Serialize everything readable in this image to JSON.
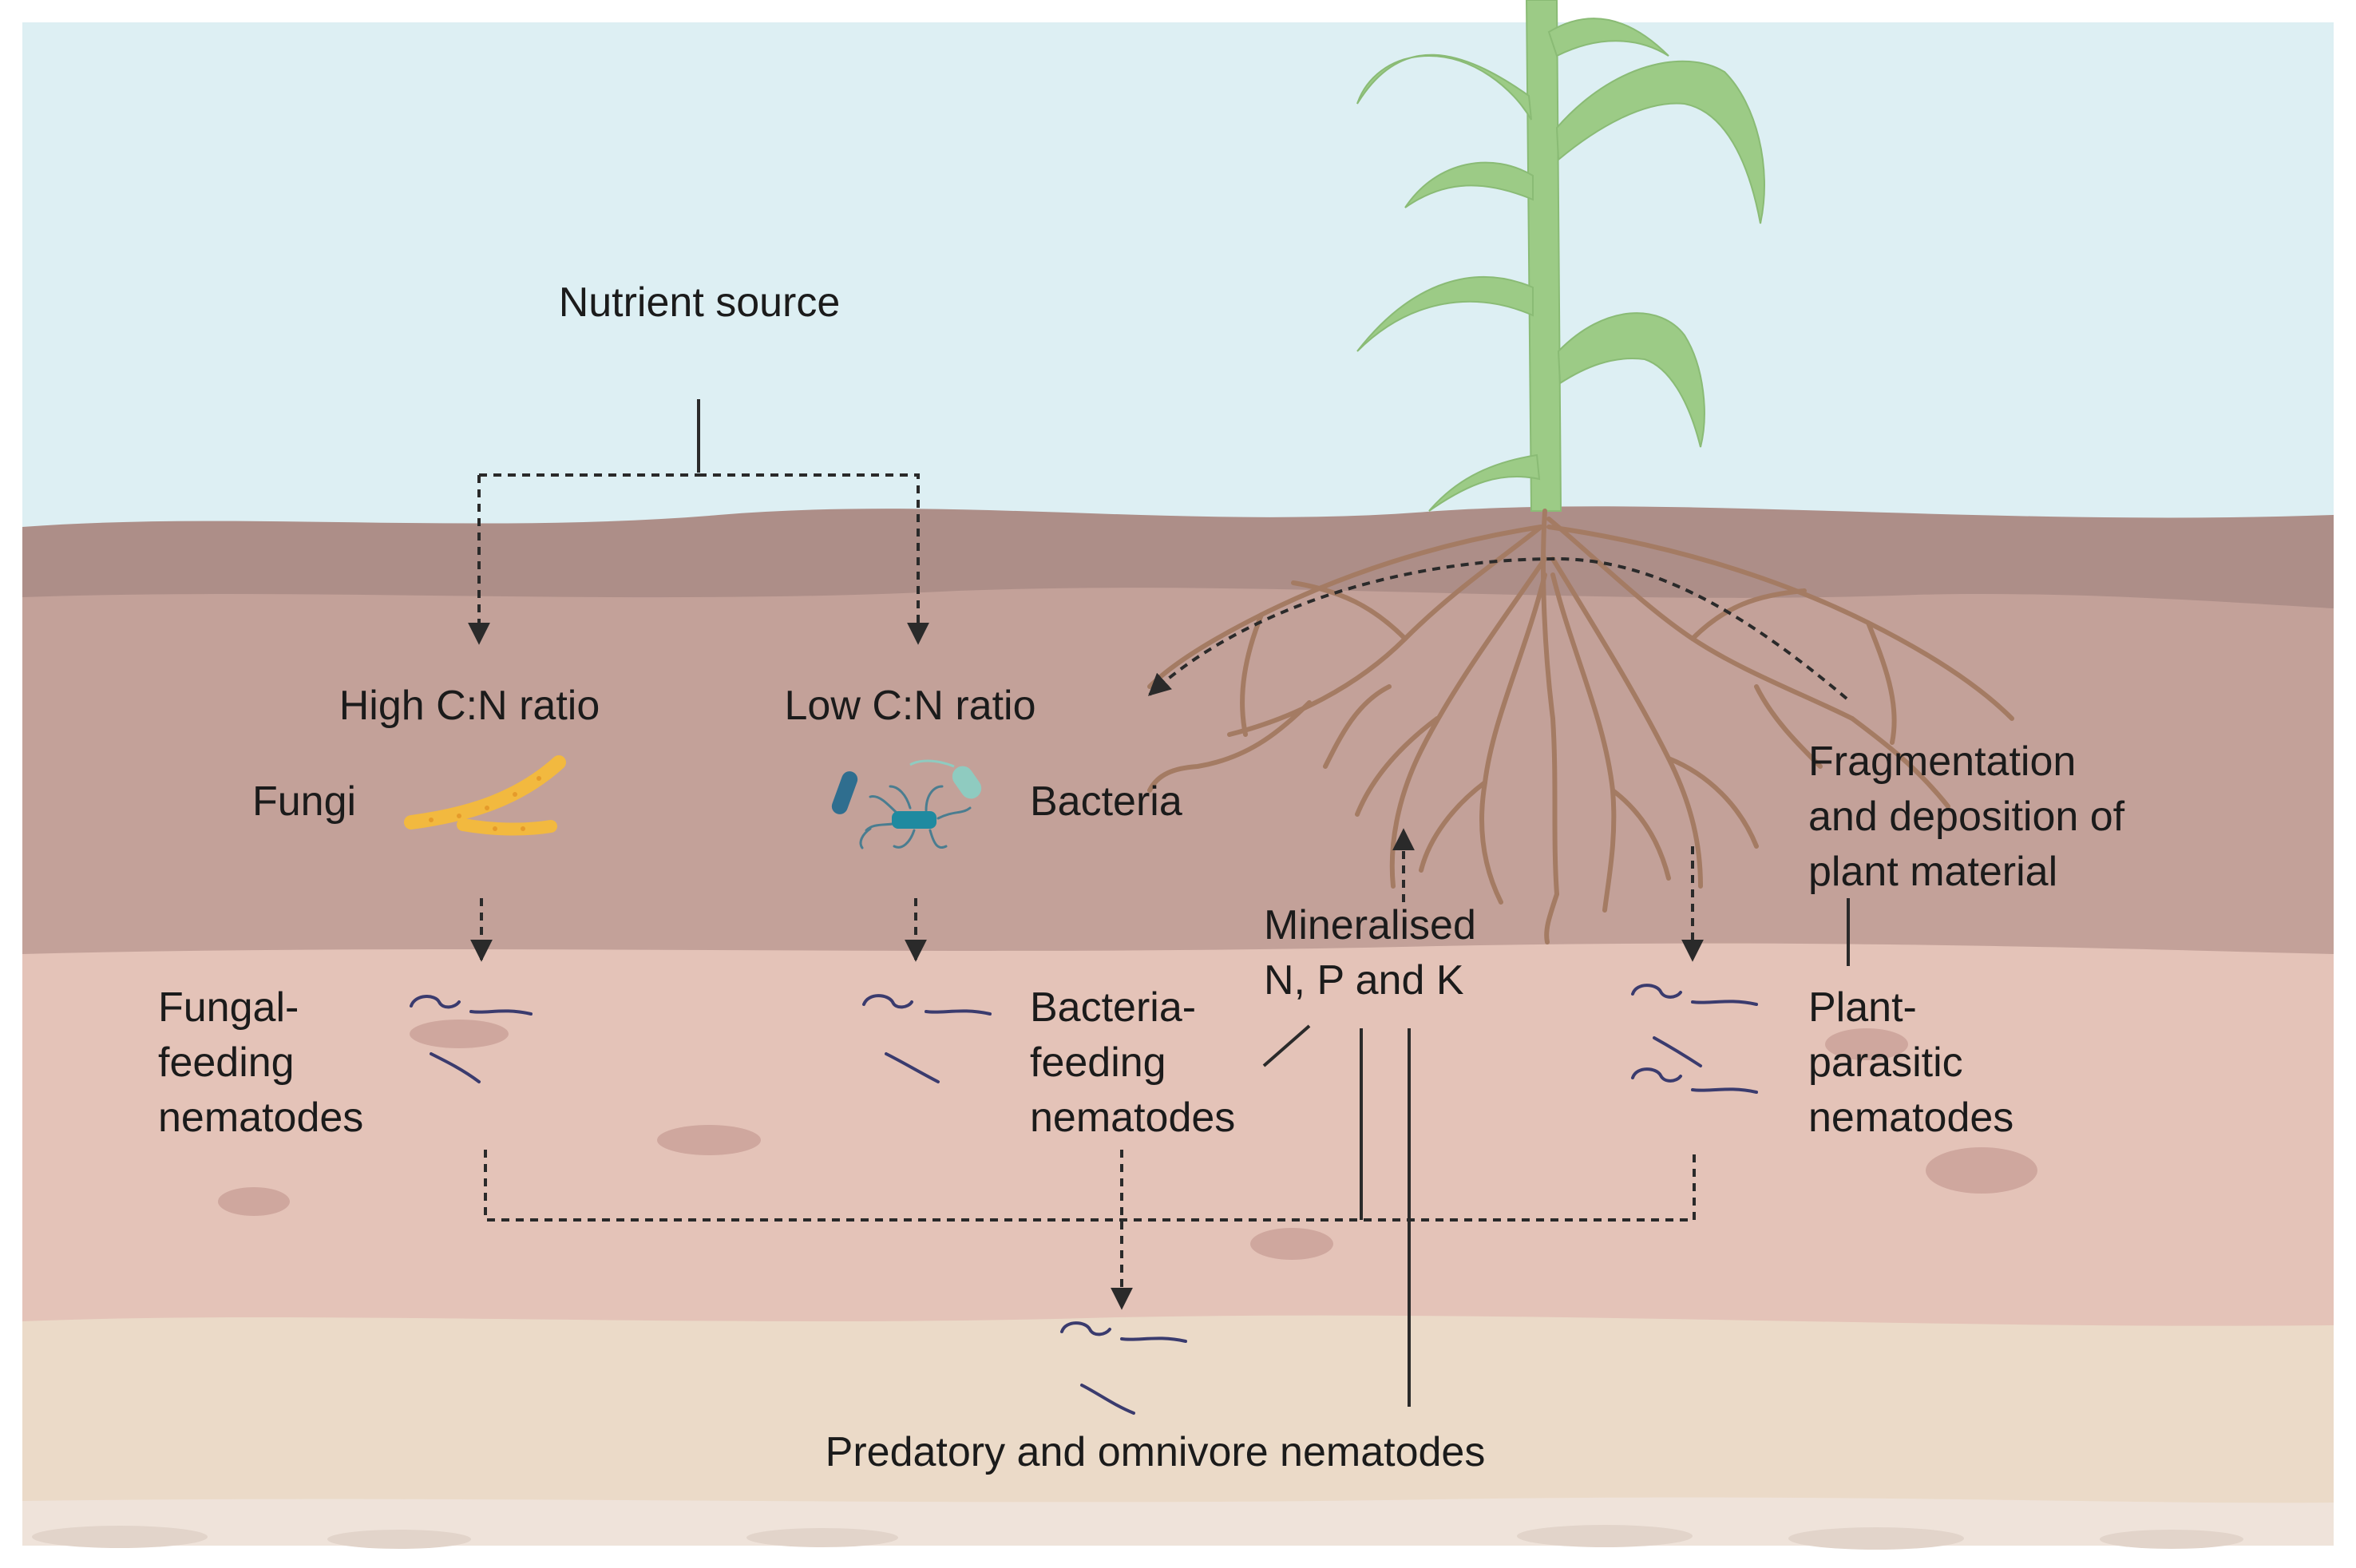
{
  "labels": {
    "nutrient_source": "Nutrient source",
    "high_cn": "High C:N ratio",
    "low_cn": "Low C:N ratio",
    "fungi": "Fungi",
    "bacteria": "Bacteria",
    "fungal_feeding": [
      "Fungal-",
      "feeding",
      "nematodes"
    ],
    "bacteria_feeding": [
      "Bacteria-",
      "feeding",
      "nematodes"
    ],
    "mineralised": [
      "Mineralised",
      "N, P and K"
    ],
    "fragmentation": [
      "Fragmentation",
      "and deposition of",
      "plant material"
    ],
    "plant_parasitic": [
      "Plant-",
      "parasitic",
      "nematodes"
    ],
    "predatory": "Predatory and omnivore nematodes"
  },
  "colors": {
    "sky": "#ddeff3",
    "soil_top": "#ad8e88",
    "soil_mid": "#c3a199",
    "soil_lower": "#e4c3b8",
    "soil_sand": "#ebdac8",
    "soil_bottom": "#efe3da",
    "plant": "#9ccb86",
    "roots": "#a47b63",
    "nematode": "#3a3b6e",
    "arrow": "#2a2a2a"
  }
}
